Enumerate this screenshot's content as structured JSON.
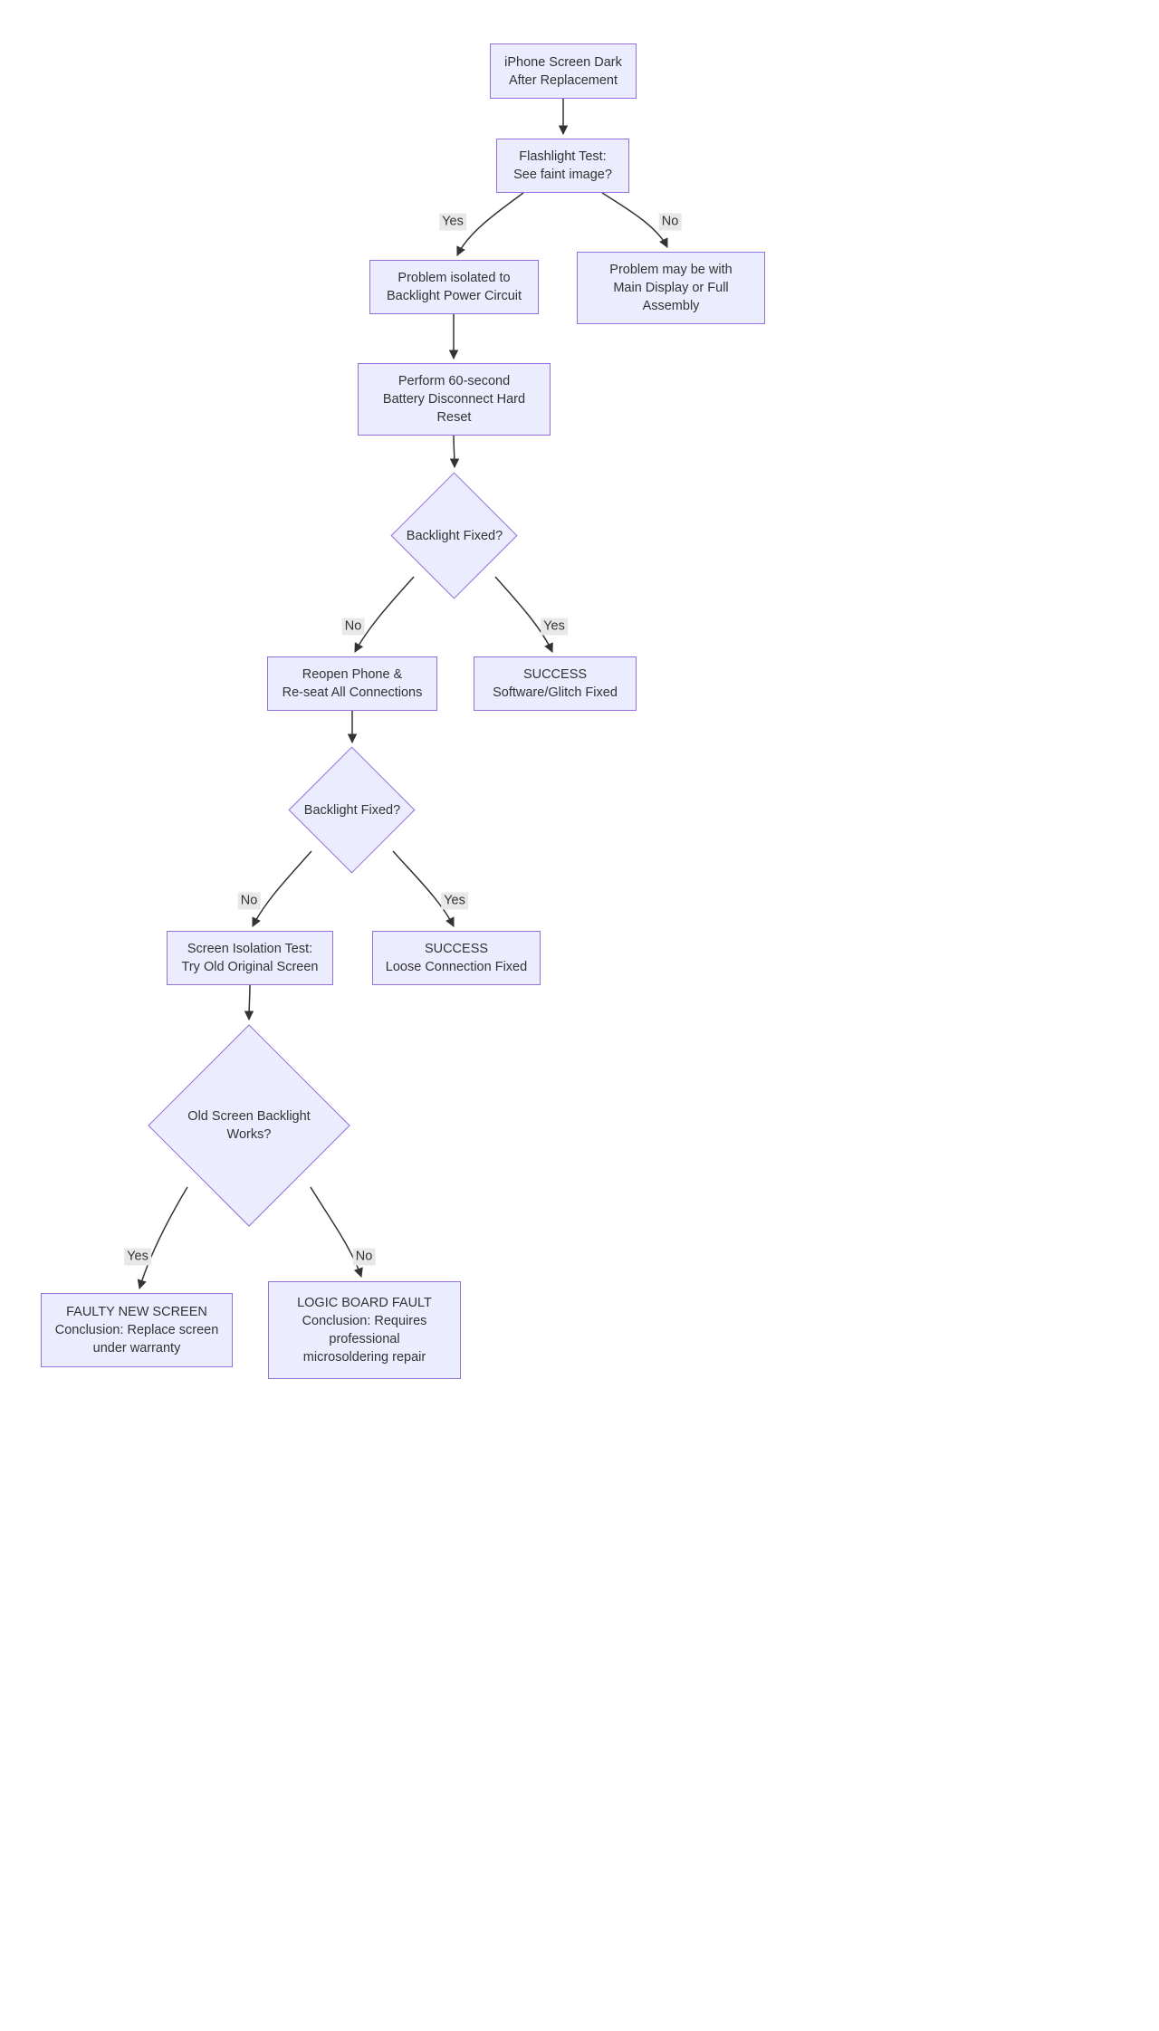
{
  "diagram": {
    "type": "flowchart",
    "nodes": {
      "start": {
        "label": "iPhone Screen Dark\nAfter Replacement"
      },
      "flashlight_test": {
        "label": "Flashlight Test:\nSee faint image?"
      },
      "backlight_circuit": {
        "label": "Problem isolated to\nBacklight Power Circuit"
      },
      "display_assembly": {
        "label": "Problem may be with\nMain Display or Full\nAssembly"
      },
      "hard_reset": {
        "label": "Perform 60-second\nBattery Disconnect Hard\nReset"
      },
      "backlight_fixed_1": {
        "label": "Backlight Fixed?"
      },
      "reseat_connections": {
        "label": "Reopen Phone &\nRe-seat All Connections"
      },
      "success_software": {
        "label": "SUCCESS\nSoftware/Glitch Fixed"
      },
      "backlight_fixed_2": {
        "label": "Backlight Fixed?"
      },
      "screen_isolation": {
        "label": "Screen Isolation Test:\nTry Old Original Screen"
      },
      "success_loose": {
        "label": "SUCCESS\nLoose Connection Fixed"
      },
      "old_screen_works": {
        "label": "Old Screen Backlight\nWorks?"
      },
      "faulty_screen": {
        "label": "FAULTY NEW SCREEN\nConclusion: Replace screen\nunder warranty"
      },
      "logic_board": {
        "label": "LOGIC BOARD FAULT\nConclusion: Requires\nprofessional\nmicrosoldering repair"
      }
    },
    "edge_labels": {
      "yes1": "Yes",
      "no1": "No",
      "no2": "No",
      "yes2": "Yes",
      "no3": "No",
      "yes3": "Yes",
      "yes4": "Yes",
      "no4": "No"
    },
    "colors": {
      "node_fill": "#ECECFF",
      "node_border": "#9370DB",
      "edge": "#333333",
      "label_bg": "#e8e8e8",
      "text": "#333333"
    }
  }
}
